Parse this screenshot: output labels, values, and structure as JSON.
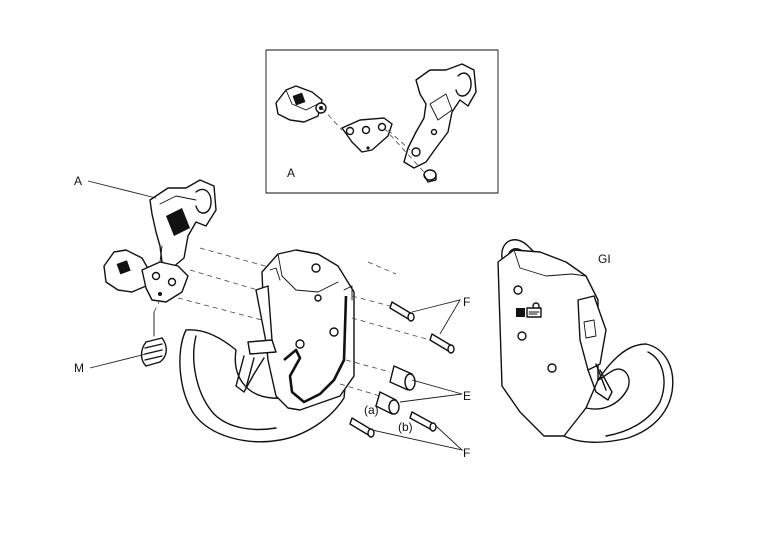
{
  "labels": {
    "inset_a": "A",
    "a": "A",
    "m": "M",
    "gi": "GI",
    "f_top": "F",
    "e": "E",
    "f_bottom": "F",
    "sub_a": "(a)",
    "sub_b": "(b)"
  }
}
